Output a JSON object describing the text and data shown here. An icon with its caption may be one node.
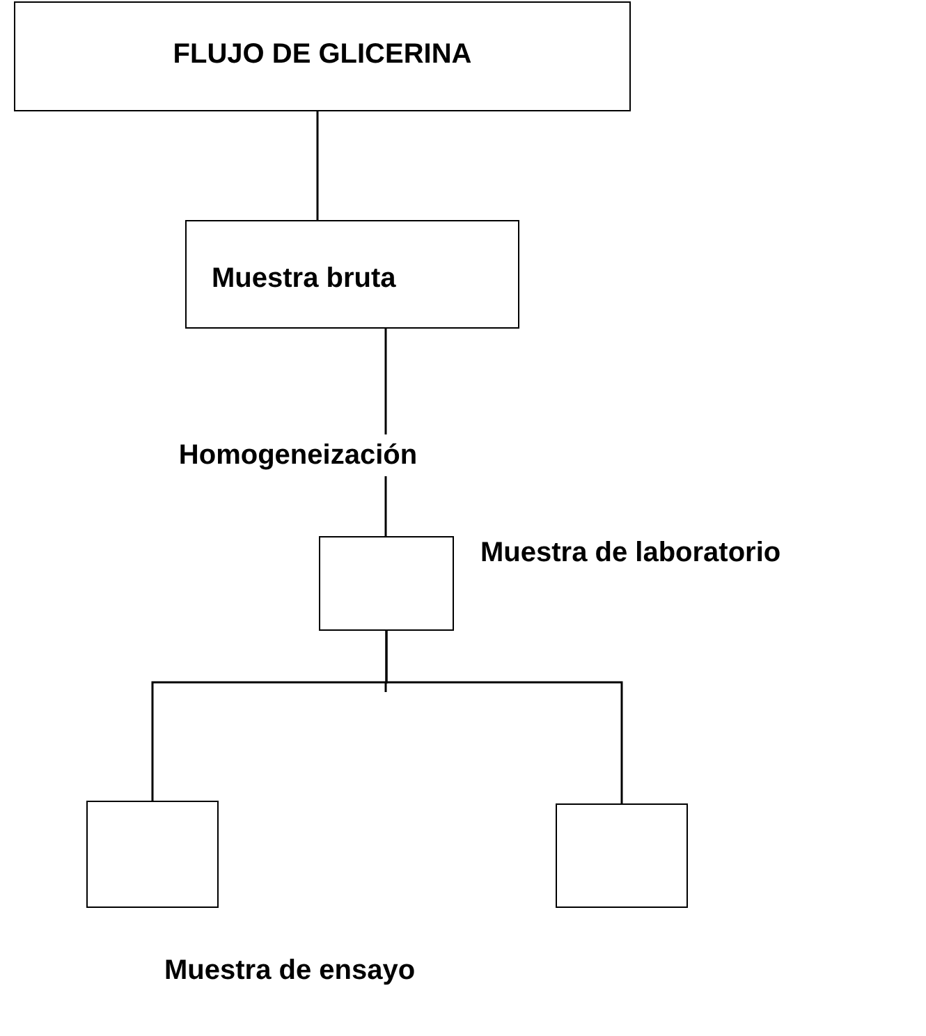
{
  "diagram": {
    "nodes": [
      {
        "text": [
          "FLUJO DE GLICERINA"
        ]
      },
      {
        "text": [
          "Muestra bruta"
        ]
      },
      {
        "text": [],
        "shape": "box",
        "beside": [
          "Muestra de laboratorio"
        ]
      },
      {
        "text": [],
        "shape": "box"
      },
      {
        "text": [],
        "shape": "box"
      }
    ],
    "edges": [
      {
        "from": 0,
        "to": 1,
        "arrow": "none"
      },
      {
        "from": 1,
        "to": 2,
        "arrow": "none",
        "label": "Homogeneización"
      },
      {
        "from": 2,
        "to": 3,
        "arrow": "none"
      },
      {
        "from": 2,
        "to": 4,
        "arrow": "none"
      }
    ],
    "labels": [
      "Muestra de ensayo"
    ]
  }
}
